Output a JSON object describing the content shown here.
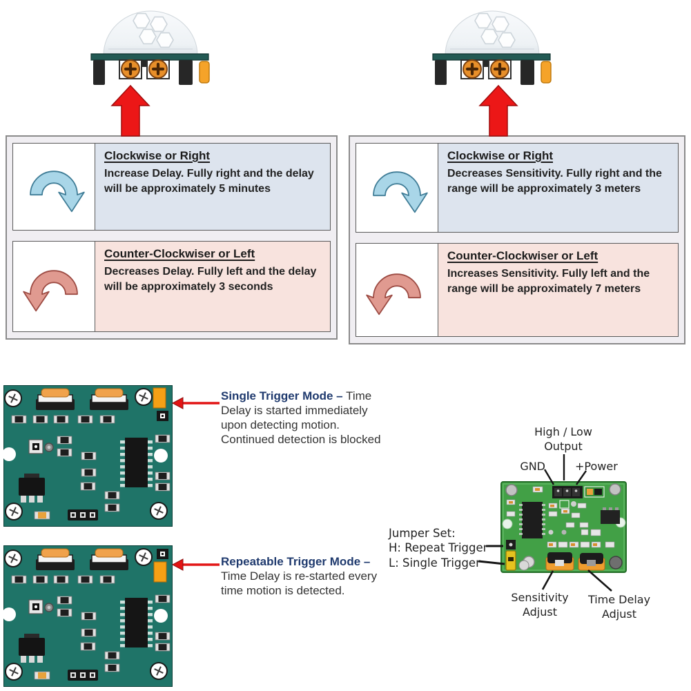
{
  "adjustment_tables": [
    {
      "name": "time-delay-adjustment",
      "rows": [
        {
          "icon": "clockwise-arrow",
          "title": "Clockwise or Right",
          "body": "Increase Delay.  Fully right and the delay will be approximately 5 minutes"
        },
        {
          "icon": "counter-clockwise-arrow",
          "title": "Counter-Clockwiser or Left",
          "body": "Decreases Delay.  Fully left and the delay will be approximately 3 seconds"
        }
      ]
    },
    {
      "name": "sensitivity-adjustment",
      "rows": [
        {
          "icon": "clockwise-arrow",
          "title": "Clockwise or Right",
          "body": "Decreases Sensitivity.  Fully right and the range will be approximately 3 meters"
        },
        {
          "icon": "counter-clockwise-arrow",
          "title": "Counter-Clockwiser or Left",
          "body": "Increases Sensitivity.  Fully left and the range will be approximately 7 meters"
        }
      ]
    }
  ],
  "trigger_annotations": [
    {
      "title": "Single Trigger Mode –",
      "body": "Time Delay is started immediately upon detecting motion.\nContinued detection is blocked"
    },
    {
      "title": "Repeatable Trigger Mode –",
      "body": "Time Delay is re-started every time motion is detected."
    }
  ],
  "pinout_labels": {
    "output": "High / Low\nOutput",
    "gnd": "GND",
    "power": "+Power",
    "jumper": "Jumper Set:\nH: Repeat Trigger\nL: Single Trigger",
    "sensitivity": "Sensitivity\nAdjust",
    "time_delay": "Time Delay\nAdjust"
  },
  "icons": {
    "clockwise_arrow": "blue curved clockwise arrow",
    "counter_clockwise_arrow": "pink curved counter-clockwise arrow",
    "red_up_arrow": "red arrow pointing up at potentiometer",
    "red_left_arrow": "red arrow pointing at jumper"
  },
  "colors": {
    "accent_red": "#e21414",
    "table_blue_bg": "#dde4ee",
    "table_pink_bg": "#f8e3de",
    "arrow_blue": "#a9d6e8",
    "arrow_pink": "#e09a90",
    "pcb_teal": "#1f7468",
    "pcb_photo_green": "#42a046",
    "annotation_navy": "#1f3a6e",
    "pot_orange": "#ef9d2e"
  }
}
